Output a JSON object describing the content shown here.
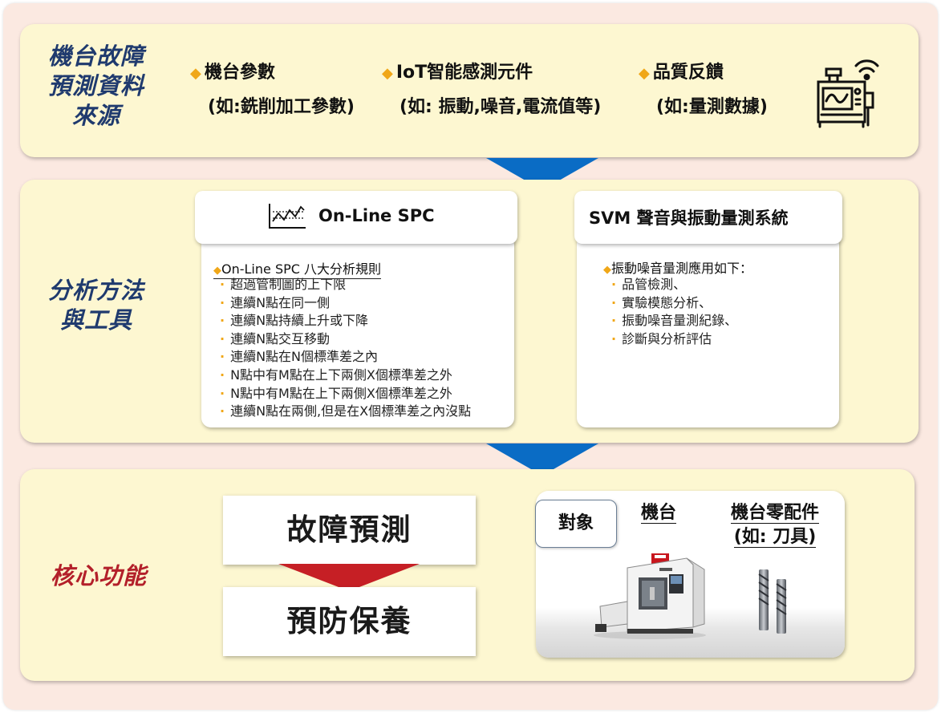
{
  "sources": {
    "title_lines": [
      "機台故障",
      "預測資料",
      "來源"
    ],
    "items": [
      {
        "title": "機台參數",
        "detail": "(如:銑削加工參數)"
      },
      {
        "title": "IoT智能感測元件",
        "detail": "(如: 振動,噪音,電流值等)"
      },
      {
        "title": "品質反饋",
        "detail": "(如:量測數據)"
      }
    ],
    "icon": "iot-machine-icon"
  },
  "methods": {
    "title_lines": [
      "分析方法",
      "與工具"
    ],
    "spc": {
      "header": "On-Line SPC",
      "icon": "control-chart-icon",
      "list_title": "On-Line SPC 八大分析規則",
      "rules": [
        "超過管制圖的上下限",
        "連續N點在同一側",
        "連續N點持續上升或下降",
        "連續N點交互移動",
        "連續N點在N個標準差之內",
        "N點中有M點在上下兩側X個標準差之外",
        "N點中有M點在上下兩側X個標準差之外",
        "連續N點在兩側,但是在X個標準差之內沒點"
      ]
    },
    "svm": {
      "header": "SVM 聲音與振動量測系統",
      "list_title": "振動噪音量測應用如下：",
      "items": [
        "品管檢測、",
        "實驗模態分析、",
        "振動噪音量測紀錄、",
        "診斷與分析評估"
      ]
    }
  },
  "core": {
    "title": "核心功能",
    "functions": [
      "故障預測",
      "預防保養"
    ],
    "target": {
      "label": "對象",
      "machine": "機台",
      "parts_line1": "機台零配件",
      "parts_line2": "(如: 刀具)"
    }
  },
  "colors": {
    "background": "#fbe9e1",
    "panel": "#fdf7d1",
    "title_blue": "#1f3a6e",
    "title_red": "#b3202a",
    "arrow_blue": "#0a6cc5",
    "arrow_red": "#c61f25",
    "bullet_gold": "#f0a718"
  }
}
